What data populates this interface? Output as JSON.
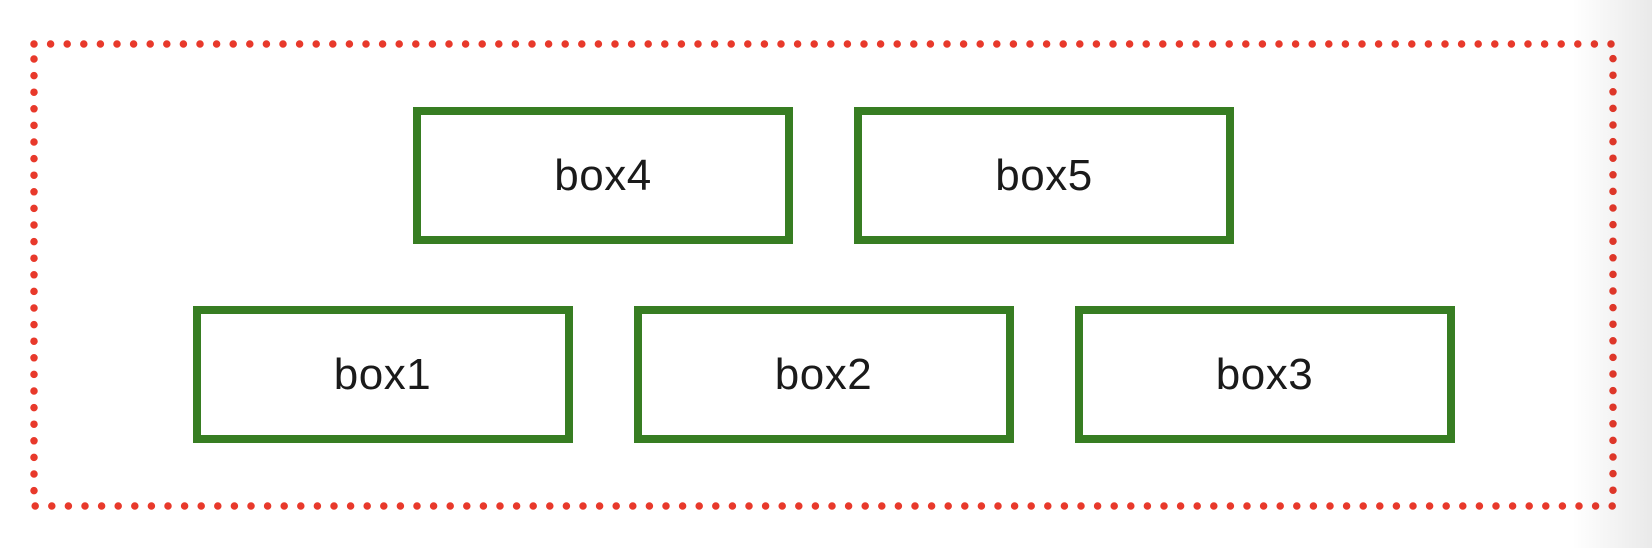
{
  "page": {
    "background_color": "#ffffff"
  },
  "dotted_container": {
    "border_color": "#e8392b",
    "border_style": "dotted"
  },
  "box_style": {
    "border_color": "#377d22",
    "text_color": "#1a1a1a",
    "fill_color": "#ffffff"
  },
  "rows": [
    {
      "position": "top",
      "boxes": [
        {
          "label": "box4"
        },
        {
          "label": "box5"
        }
      ]
    },
    {
      "position": "bottom",
      "boxes": [
        {
          "label": "box1"
        },
        {
          "label": "box2"
        },
        {
          "label": "box3"
        }
      ]
    }
  ]
}
